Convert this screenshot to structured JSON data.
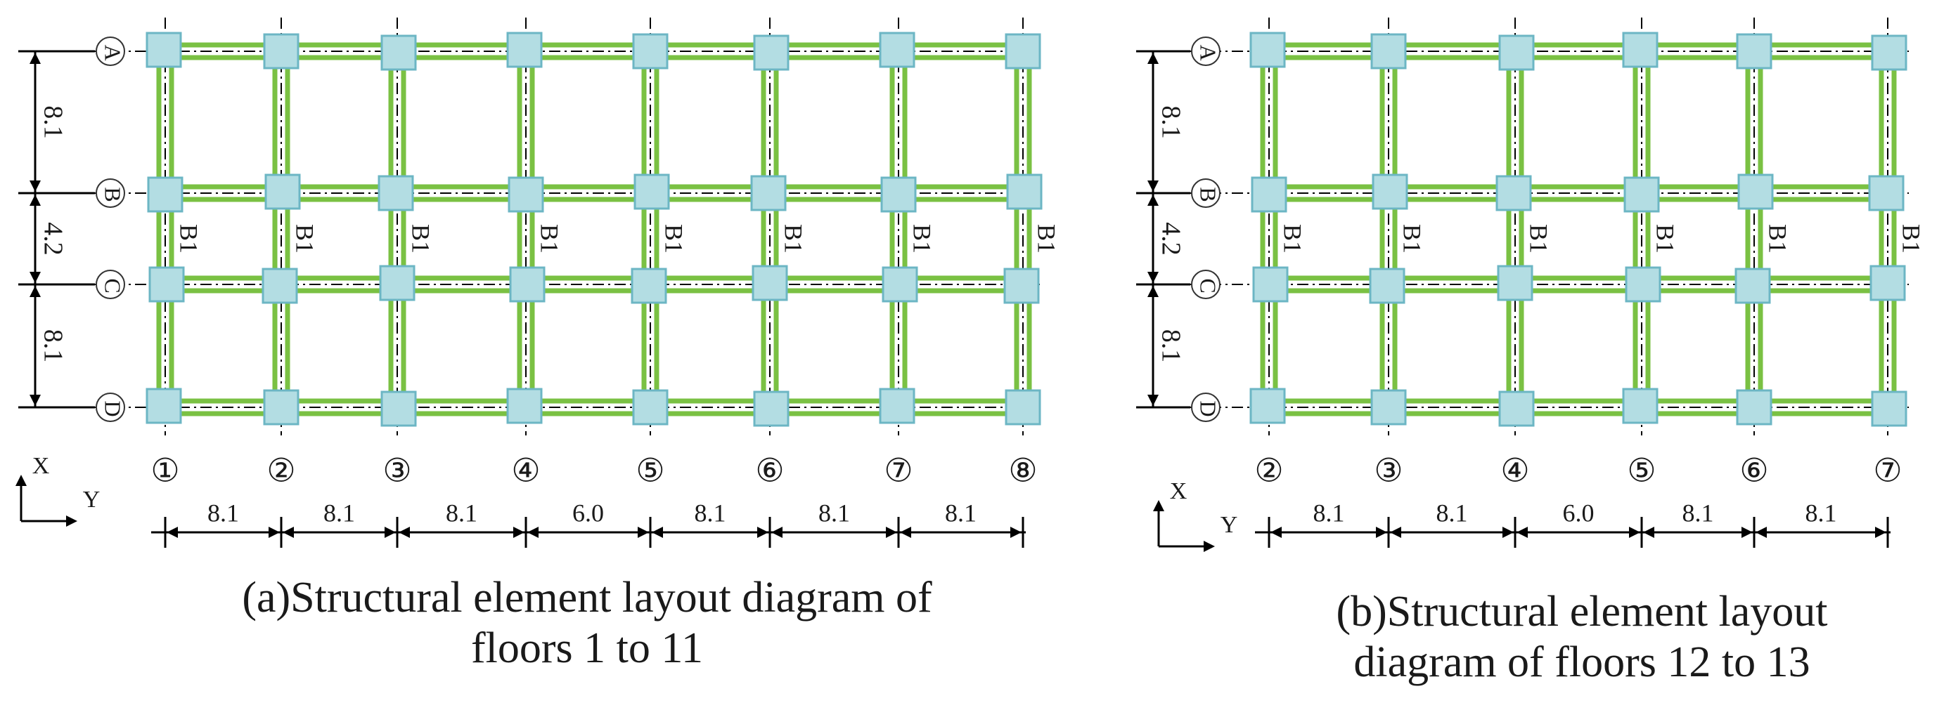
{
  "figure": {
    "panels": [
      {
        "id": "a",
        "caption_line1": "(a)Structural element layout diagram of",
        "caption_line2": "floors 1 to 11",
        "row_axes": [
          "A",
          "B",
          "C",
          "D"
        ],
        "row_spacings": [
          "8.1",
          "4.2",
          "8.1"
        ],
        "col_axes": [
          "①",
          "②",
          "③",
          "④",
          "⑤",
          "⑥",
          "⑦",
          "⑧"
        ],
        "col_spacings": [
          "8.1",
          "8.1",
          "8.1",
          "6.0",
          "8.1",
          "8.1",
          "8.1"
        ],
        "beam_label": "B1",
        "axis_x_label": "X",
        "axis_y_label": "Y"
      },
      {
        "id": "b",
        "caption_line1": "(b)Structural element layout",
        "caption_line2": "diagram of floors 12 to 13",
        "row_axes": [
          "A",
          "B",
          "C",
          "D"
        ],
        "row_spacings": [
          "8.1",
          "4.2",
          "8.1"
        ],
        "col_axes": [
          "②",
          "③",
          "④",
          "⑤",
          "⑥",
          "⑦"
        ],
        "col_spacings": [
          "8.1",
          "8.1",
          "6.0",
          "8.1",
          "8.1"
        ],
        "beam_label": "B1",
        "axis_x_label": "X",
        "axis_y_label": "Y"
      }
    ],
    "colors": {
      "beam": "#7ac143",
      "column_fill": "#b3dde3",
      "column_stroke": "#6cb6c4",
      "line": "#000000"
    }
  }
}
